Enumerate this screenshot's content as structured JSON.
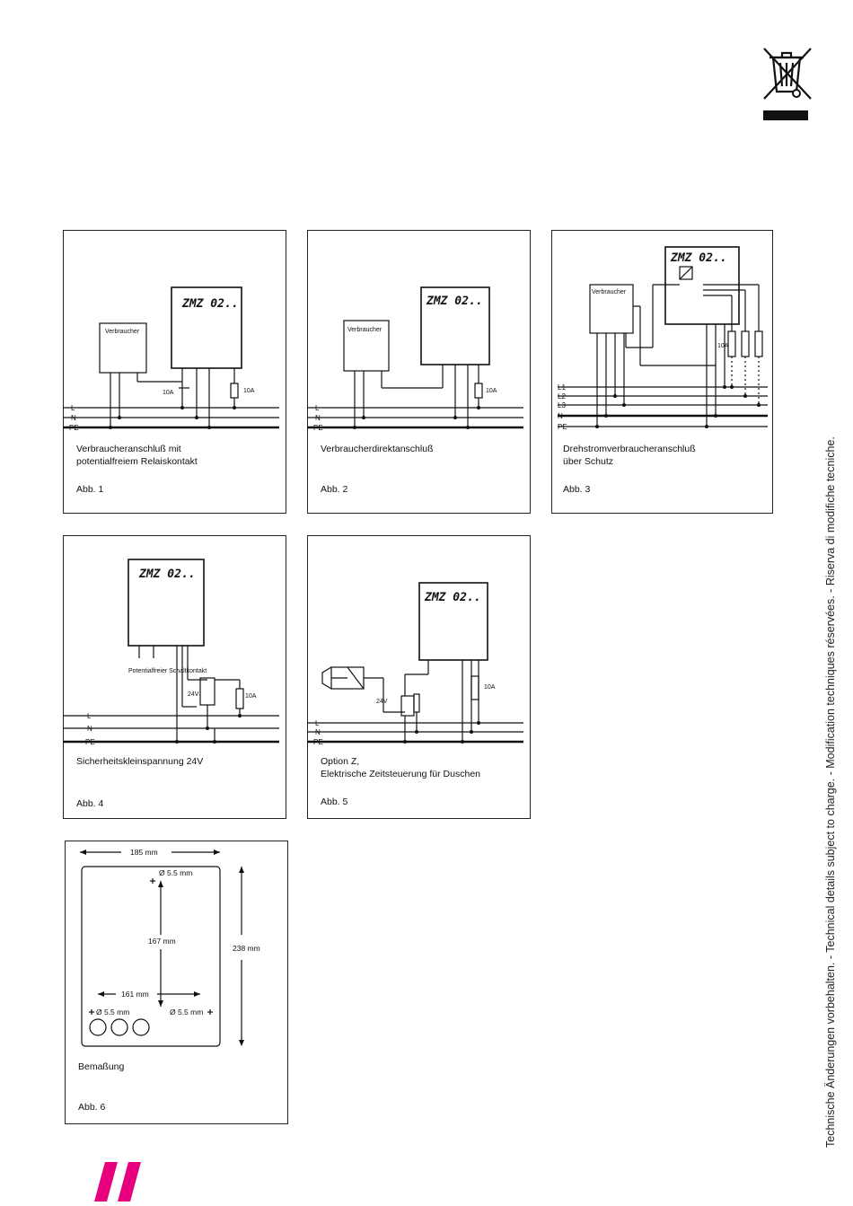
{
  "weee_symbol": "crossed-out-wheelie-bin-icon",
  "side_note": "Technische Änderungen vorbehalten. - Technical details subject to charge. - Modification techniques réservées. - Riserva di modifiche tecniche.",
  "brand_mark_color": "#e6007e",
  "unit_name": "ZMZ 02..",
  "bus": {
    "l": "L",
    "n": "N",
    "pe": "PE",
    "l1": "L1",
    "l2": "L2",
    "l3": "L3"
  },
  "figures": [
    {
      "id": "abb1",
      "caption": "Verbraucheranschluß mit\npotentialfreiem Relaiskontakt",
      "label": "Abb. 1",
      "consumer": "Verbraucher",
      "fuse": "10A"
    },
    {
      "id": "abb2",
      "caption": "Verbraucherdirektanschluß",
      "label": "Abb. 2",
      "consumer": "Verbraucher",
      "fuse": "10A"
    },
    {
      "id": "abb3",
      "caption": "Drehstromverbraucheranschluß\nüber Schutz",
      "label": "Abb. 3",
      "consumer": "Verbraucher",
      "fuse": "10A"
    },
    {
      "id": "abb4",
      "caption": "Sicherheitskleinspannung 24V",
      "label": "Abb. 4",
      "contact_note": "Potentialfreier Schaltkontakt",
      "voltage": "24V",
      "fuse": "10A"
    },
    {
      "id": "abb5",
      "caption": "Option Z,\nElektrische Zeitsteuerung für Duschen",
      "label": "Abb. 5",
      "voltage": "24V",
      "fuse": "10A"
    },
    {
      "id": "abb6",
      "caption": "Bemaßung",
      "label": "Abb. 6",
      "dims": {
        "width": "185 mm",
        "height": "238 mm",
        "hole_vertical": "167 mm",
        "hole_horizontal": "161 mm",
        "hole_d_top": "Ø 5.5 mm",
        "hole_d_left": "Ø 5.5 mm",
        "hole_d_right": "Ø 5.5 mm"
      }
    }
  ]
}
